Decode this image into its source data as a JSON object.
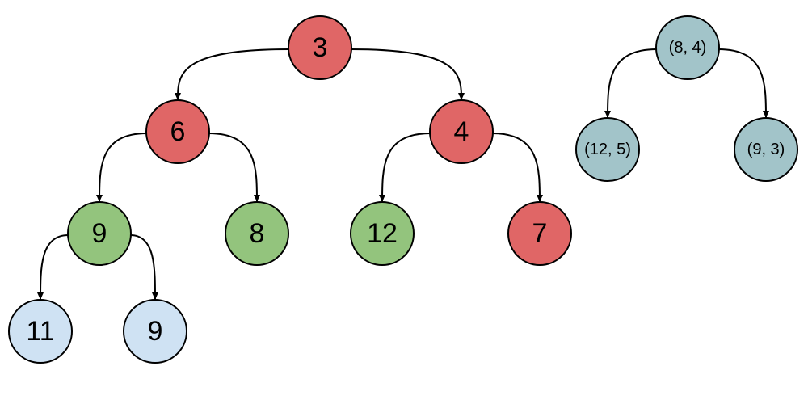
{
  "colors": {
    "red": "#e06666",
    "green": "#93c47d",
    "light_blue": "#cfe2f3",
    "teal": "#a2c4c9",
    "outline": "#000000",
    "background": "#ffffff"
  },
  "trees": [
    {
      "id": "heap",
      "nodes": [
        {
          "id": "n3",
          "label": "3",
          "color": "red"
        },
        {
          "id": "n6",
          "label": "6",
          "color": "red"
        },
        {
          "id": "n4",
          "label": "4",
          "color": "red"
        },
        {
          "id": "n9a",
          "label": "9",
          "color": "green"
        },
        {
          "id": "n8",
          "label": "8",
          "color": "green"
        },
        {
          "id": "n12",
          "label": "12",
          "color": "green"
        },
        {
          "id": "n7",
          "label": "7",
          "color": "red"
        },
        {
          "id": "n11",
          "label": "11",
          "color": "light_blue"
        },
        {
          "id": "n9b",
          "label": "9",
          "color": "light_blue"
        }
      ],
      "edges": [
        {
          "from": "n3",
          "to": "n6"
        },
        {
          "from": "n3",
          "to": "n4"
        },
        {
          "from": "n6",
          "to": "n9a"
        },
        {
          "from": "n6",
          "to": "n8"
        },
        {
          "from": "n4",
          "to": "n12"
        },
        {
          "from": "n4",
          "to": "n7"
        },
        {
          "from": "n9a",
          "to": "n11"
        },
        {
          "from": "n9a",
          "to": "n9b"
        }
      ]
    },
    {
      "id": "pair-tree",
      "nodes": [
        {
          "id": "p84",
          "label": "(8, 4)",
          "color": "teal"
        },
        {
          "id": "p125",
          "label": "(12, 5)",
          "color": "teal"
        },
        {
          "id": "p93",
          "label": "(9, 3)",
          "color": "teal"
        }
      ],
      "edges": [
        {
          "from": "p84",
          "to": "p125"
        },
        {
          "from": "p84",
          "to": "p93"
        }
      ]
    }
  ]
}
